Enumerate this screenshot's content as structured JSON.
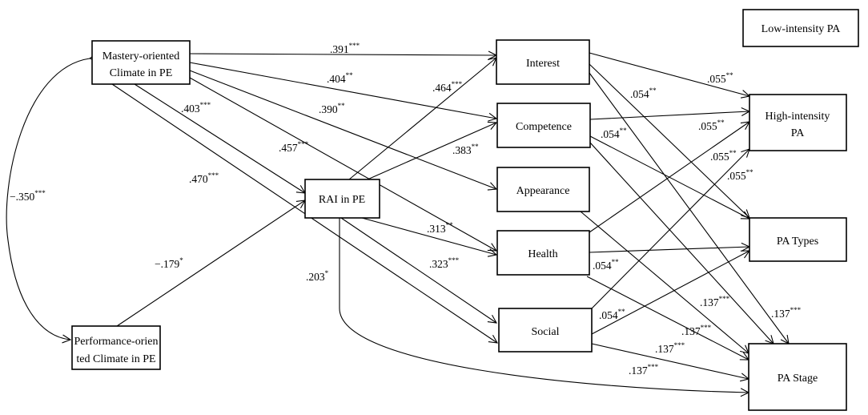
{
  "nodes": {
    "mastery": [
      "Mastery-oriented",
      "Climate in PE"
    ],
    "performance": [
      "Performance-orien",
      "ted Climate in PE"
    ],
    "rai": "RAI in PE",
    "interest": "Interest",
    "competence": "Competence",
    "appearance": "Appearance",
    "health": "Health",
    "social": "Social",
    "low_pa": "Low-intensity PA",
    "high_pa": [
      "High-intensity",
      "PA"
    ],
    "pa_types": "PA Types",
    "pa_stage": "PA Stage"
  },
  "labels": {
    "m_interest": {
      "v": ".391",
      "s": "***"
    },
    "m_competence": {
      "v": ".404",
      "s": "**"
    },
    "m_appearance": {
      "v": ".390",
      "s": "**"
    },
    "m_health": {
      "v": ".457",
      "s": "***"
    },
    "m_rai": {
      "v": ".403",
      "s": "***"
    },
    "m_social": {
      "v": ".470",
      "s": "***"
    },
    "p_rai": {
      "v": "−.179",
      "s": "*"
    },
    "m_p_cov": {
      "v": "−.350",
      "s": "***"
    },
    "rai_interest": {
      "v": ".464",
      "s": "***"
    },
    "rai_competence": {
      "v": ".383",
      "s": "**"
    },
    "rai_health": {
      "v": ".313",
      "s": "**"
    },
    "rai_social": {
      "v": ".323",
      "s": "***"
    },
    "rai_stage": {
      "v": ".203",
      "s": "*"
    },
    "int_high": {
      "v": ".055",
      "s": "**"
    },
    "int_types": {
      "v": ".054",
      "s": "**"
    },
    "comp_high": {
      "v": ".055",
      "s": "**"
    },
    "comp_types": {
      "v": ".054",
      "s": "**"
    },
    "health_high": {
      "v": ".055",
      "s": "**"
    },
    "social_high": {
      "v": ".055",
      "s": "**"
    },
    "health_types": {
      "v": ".054",
      "s": "**"
    },
    "social_types": {
      "v": ".054",
      "s": "**"
    },
    "stage_1": {
      "v": ".137",
      "s": "***"
    },
    "stage_2": {
      "v": ".137",
      "s": "***"
    },
    "stage_3": {
      "v": ".137",
      "s": "***"
    },
    "stage_4": {
      "v": ".137",
      "s": "***"
    },
    "stage_5": {
      "v": ".137",
      "s": "***"
    }
  }
}
